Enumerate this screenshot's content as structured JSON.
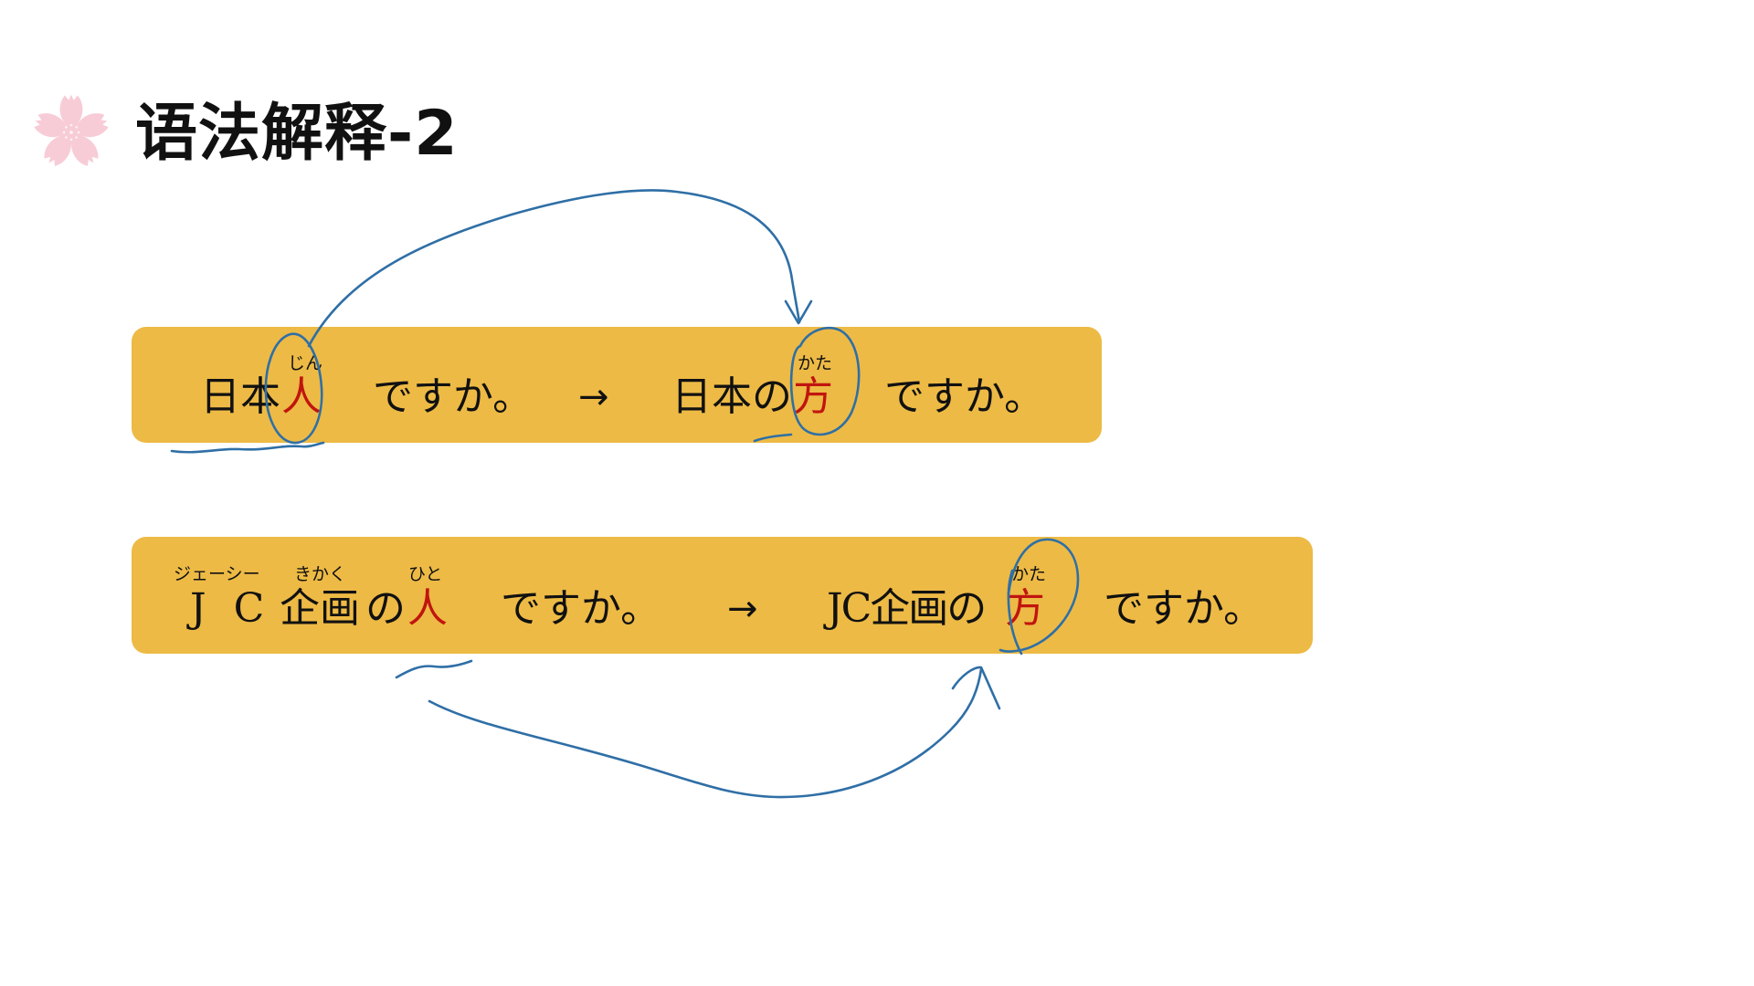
{
  "title": "语法解释-2",
  "icon": "sakura-flower-icon",
  "colors": {
    "box": "#EDBA45",
    "highlight": "#C0150F",
    "ink": "#2F6FA6",
    "flower": "#F8CCD6"
  },
  "rows": [
    {
      "left": {
        "prefix": "日本",
        "target": "人",
        "target_ruby": "じん",
        "suffix": "ですか。"
      },
      "arrow": "→",
      "right": {
        "prefix": "日本の",
        "target": "方",
        "target_ruby": "かた",
        "suffix": "ですか。"
      }
    },
    {
      "left": {
        "prefix_latin": "J C",
        "prefix_latin_ruby": "ジェーシー",
        "prefix_kanji": "企画",
        "prefix_kanji_ruby": "きかく",
        "particle": "の",
        "target": "人",
        "target_ruby": "ひと",
        "suffix": "ですか。"
      },
      "arrow": "→",
      "right": {
        "prefix": "JC企画の",
        "target": "方",
        "target_ruby": "かた",
        "suffix": "ですか。"
      }
    }
  ]
}
